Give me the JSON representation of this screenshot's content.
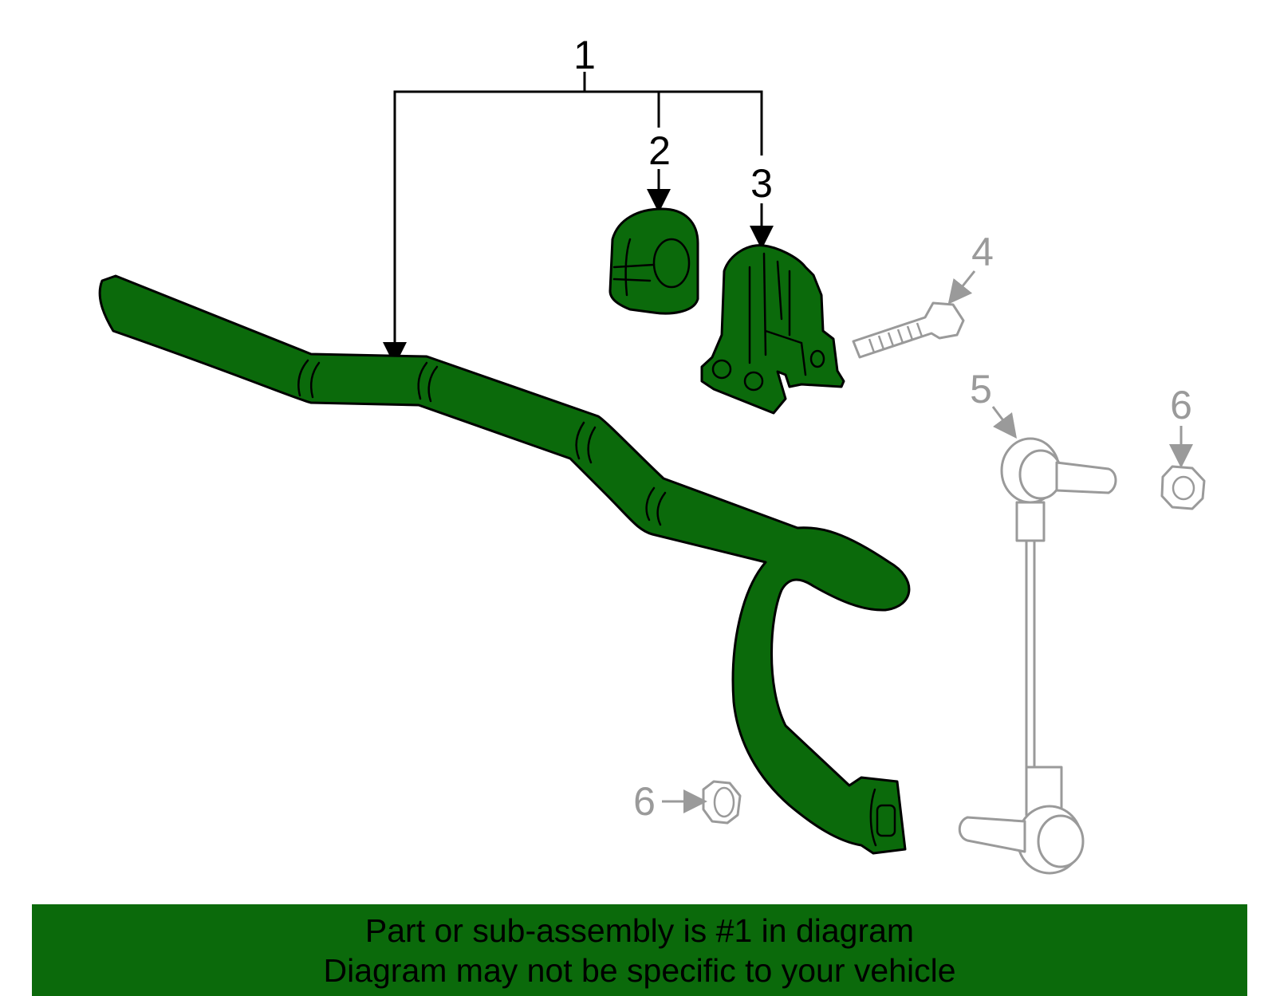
{
  "callouts": {
    "c1": "1",
    "c2": "2",
    "c3": "3",
    "c4": "4",
    "c5": "5",
    "c6_top": "6",
    "c6_bottom": "6"
  },
  "parts": {
    "highlighted": [
      "1",
      "2",
      "3"
    ],
    "highlight_color": "#0b6a0b",
    "inactive_color": "#9a9a9a"
  },
  "banner": {
    "line1": "Part or sub-assembly is #1 in diagram",
    "line2": "Diagram may not be specific to your vehicle",
    "background": "#0b6a0b"
  }
}
